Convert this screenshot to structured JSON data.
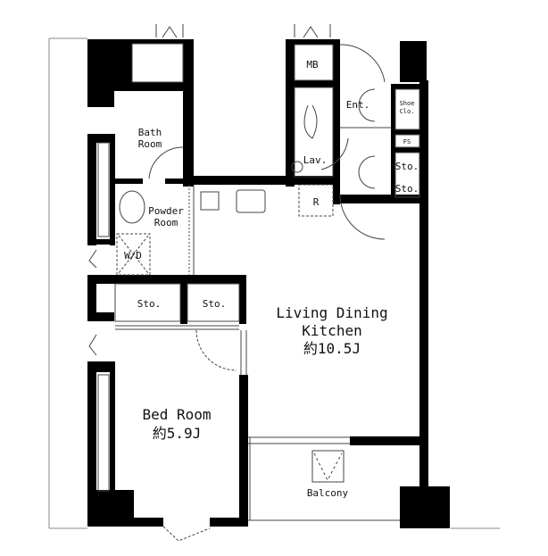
{
  "rooms": {
    "mb": "MB",
    "bath": [
      "Bath",
      "Room"
    ],
    "powder": [
      "Powder",
      "Room"
    ],
    "wd": "W/D",
    "lav": "Lav.",
    "ent": "Ent.",
    "shoe_clo": [
      "Shoe",
      "Clo."
    ],
    "fs": "FS",
    "sto_right_1": "Sto.",
    "sto_right_2": "Sto.",
    "refrigerator": "R",
    "sto_left_1": "Sto.",
    "sto_left_2": "Sto.",
    "ldk": [
      "Living Dining",
      "Kitchen",
      "約10.5J"
    ],
    "bed": [
      "Bed Room",
      "約5.9J"
    ],
    "balcony": "Balcony"
  },
  "colors": {
    "wall": "#000000",
    "line": "#555555",
    "background": "#ffffff"
  }
}
